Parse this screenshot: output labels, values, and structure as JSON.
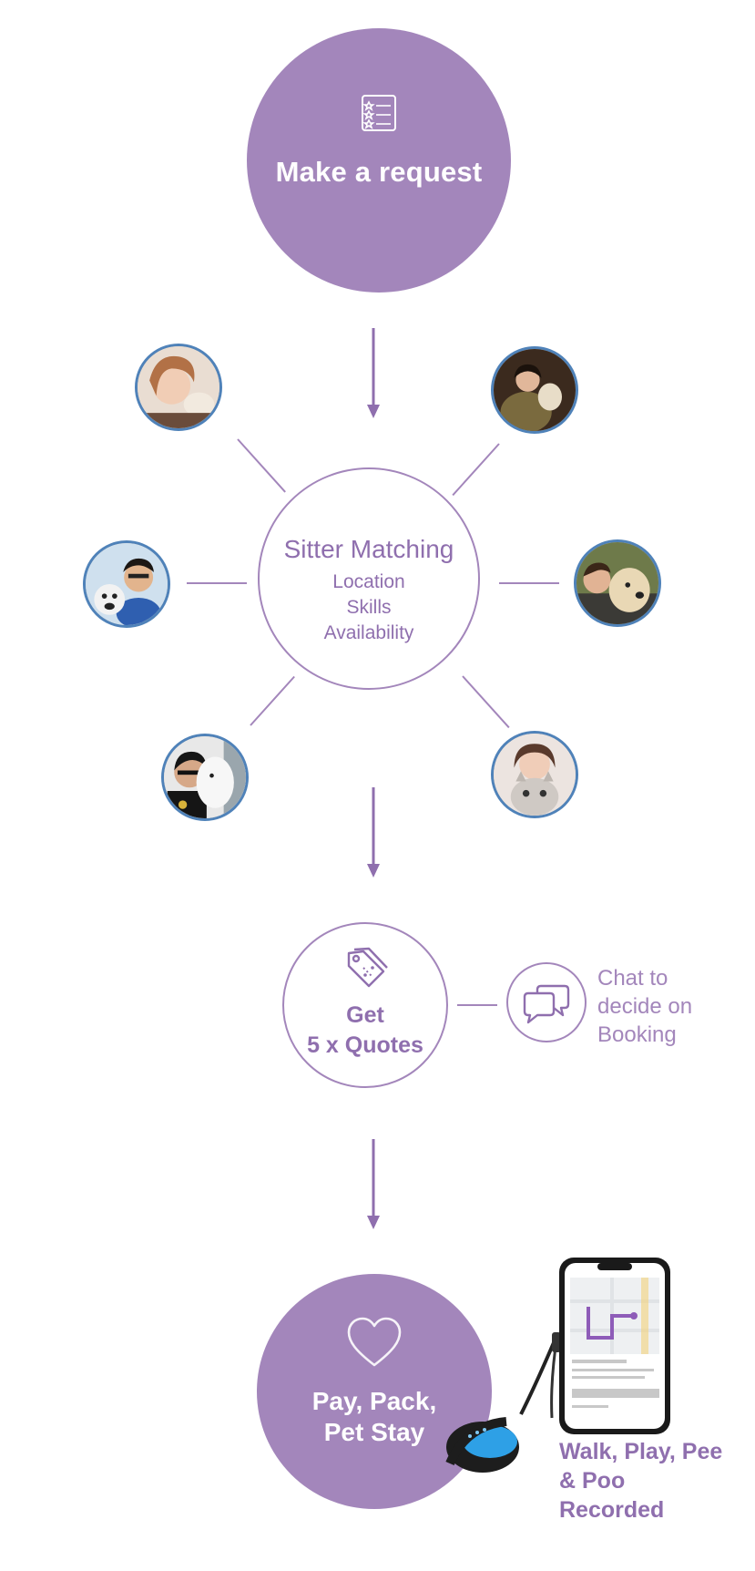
{
  "steps": {
    "request": {
      "label": "Make a request",
      "icon": "checklist-icon"
    },
    "matching": {
      "title": "Sitter Matching",
      "criteria": [
        "Location",
        "Skills",
        "Availability"
      ]
    },
    "quotes": {
      "line1": "Get",
      "line2": "5 x Quotes",
      "icon": "price-tag-icon"
    },
    "chat": {
      "lines": [
        "Chat to",
        "decide on",
        "Booking"
      ],
      "icon": "chat-bubbles-icon"
    },
    "pay": {
      "line1": "Pay, Pack,",
      "line2": "Pet Stay",
      "icon": "heart-icon"
    },
    "record": {
      "lines": [
        "Walk, Play, Pee",
        "& Poo",
        "Recorded"
      ]
    }
  },
  "colors": {
    "accent": "#a386bb",
    "accent_text": "#8f6fae",
    "avatar_border": "#4f82b9"
  }
}
